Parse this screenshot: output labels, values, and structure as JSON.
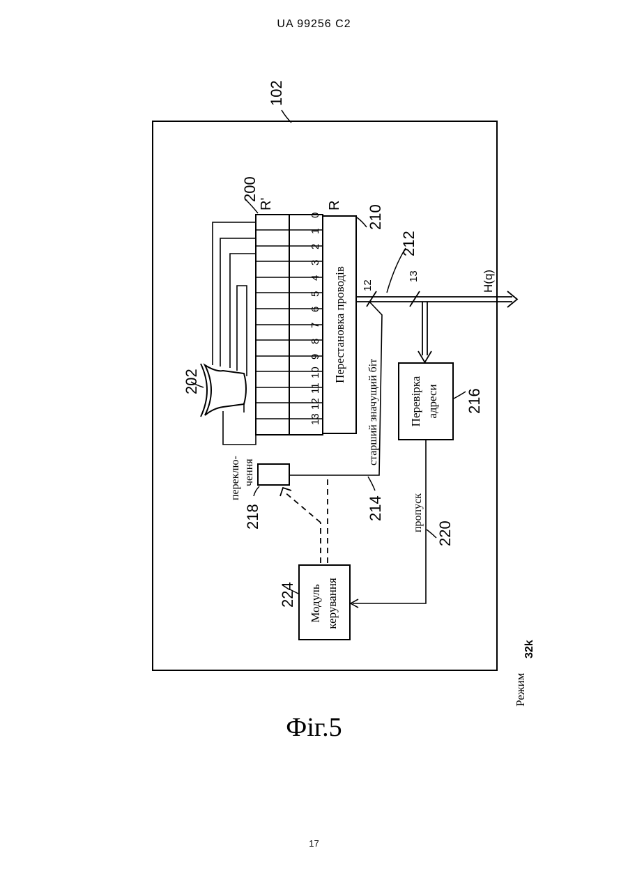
{
  "header": "UA   99256   C2",
  "page_number": "17",
  "caption": "Фіг.5",
  "figure": {
    "refs": {
      "r102": "102",
      "r200": "200",
      "r202": "202",
      "r210": "210",
      "r212": "212",
      "r214": "214",
      "r216": "216",
      "r218": "218",
      "r220": "220",
      "r224": "224"
    },
    "register_r_prime": "R'",
    "register_r": "R",
    "bit_numbers": [
      "13",
      "12",
      "11",
      "10",
      "9",
      "8",
      "7",
      "6",
      "5",
      "4",
      "3",
      "2",
      "1",
      "0"
    ],
    "permutation_block": "Перестановка проводів",
    "address_check": [
      "Перевірка",
      "адреси"
    ],
    "control_module": [
      "Модуль",
      "керування"
    ],
    "switch_label": [
      "переклю-",
      "чення"
    ],
    "msb_label": "старший значущий біт",
    "bus_12": "12",
    "bus_13": "13",
    "output_label": "H(q)",
    "skip_label": "пропуск",
    "mode_label": "Режим",
    "mode_value": "32k"
  }
}
